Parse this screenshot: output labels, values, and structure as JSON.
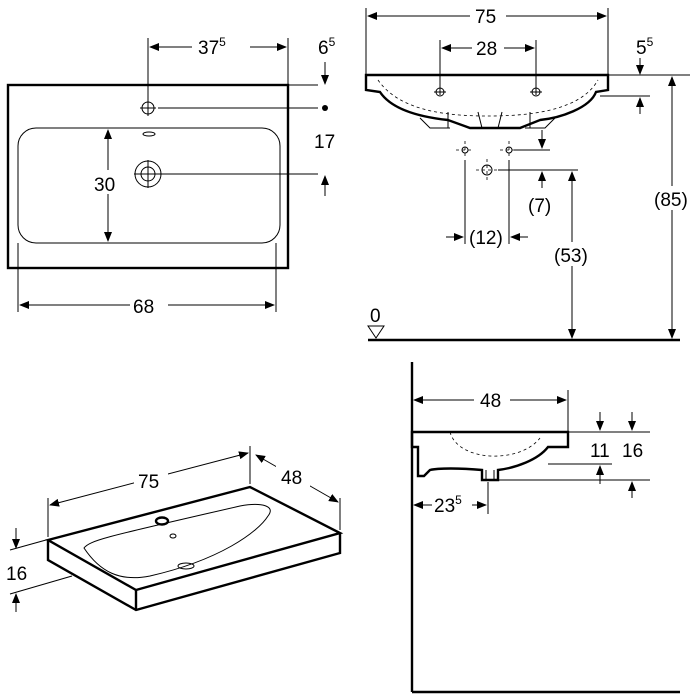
{
  "top_view": {
    "dim_width_offset": "37",
    "dim_width_offset_sup": "5",
    "dim_edge_offset": "6",
    "dim_edge_offset_sup": "5",
    "dim_tap_drain": "17",
    "dim_basin_depth": "30",
    "dim_basin_width": "68"
  },
  "front_view": {
    "dim_total_width": "75",
    "dim_hole_spacing": "28",
    "dim_rim": "5",
    "dim_rim_sup": "5",
    "dim_total_height": "(85)",
    "dim_supply_offset": "(7)",
    "dim_supply_spacing": "(12)",
    "dim_drain_height": "(53)",
    "floor_label": "0"
  },
  "iso_view": {
    "dim_length": "75",
    "dim_depth": "48",
    "dim_height": "16"
  },
  "side_view": {
    "dim_depth": "48",
    "dim_inner_height": "11",
    "dim_outer_height": "16",
    "dim_drain_offset": "23",
    "dim_drain_offset_sup": "5"
  }
}
